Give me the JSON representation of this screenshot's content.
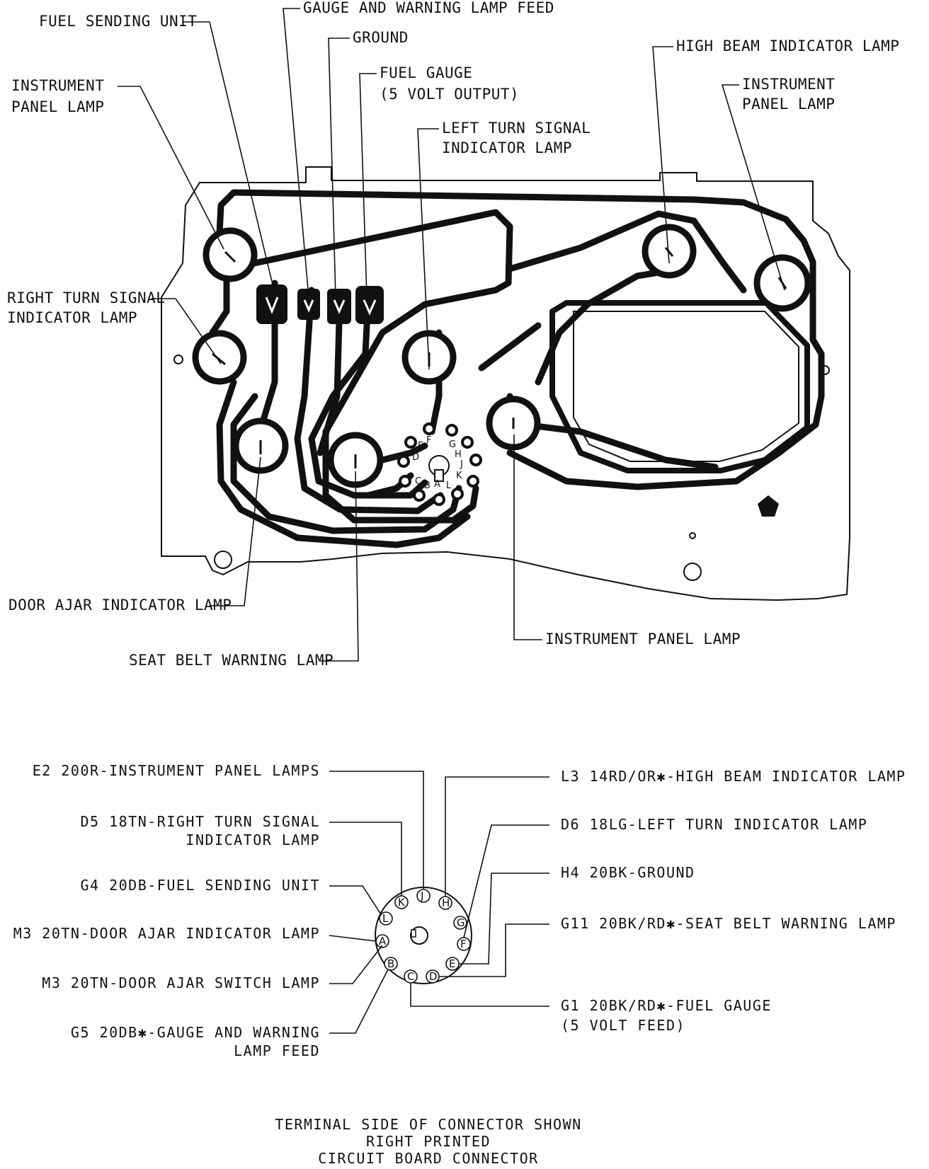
{
  "board_labels": {
    "fuel_sending_unit": "FUEL SENDING UNIT",
    "gauge_warning_feed": "GAUGE AND WARNING LAMP FEED",
    "ground": "GROUND",
    "fuel_gauge_1": "FUEL GAUGE",
    "fuel_gauge_2": "(5 VOLT OUTPUT)",
    "instrument_panel_lamp_left_1": "INSTRUMENT",
    "instrument_panel_lamp_left_2": "PANEL LAMP",
    "left_turn_1": "LEFT TURN SIGNAL",
    "left_turn_2": "INDICATOR LAMP",
    "high_beam": "HIGH BEAM INDICATOR LAMP",
    "instrument_panel_lamp_right_1": "INSTRUMENT",
    "instrument_panel_lamp_right_2": "PANEL LAMP",
    "right_turn_1": "RIGHT TURN SIGNAL",
    "right_turn_2": "INDICATOR LAMP",
    "door_ajar": "DOOR AJAR INDICATOR LAMP",
    "seat_belt": "SEAT BELT WARNING LAMP",
    "instrument_panel_lamp_bottom": "INSTRUMENT PANEL LAMP"
  },
  "board_pins": [
    "A",
    "B",
    "C",
    "D",
    "E",
    "F",
    "G",
    "H",
    "J",
    "K",
    "L"
  ],
  "connector_labels": {
    "e2": "E2 200R-INSTRUMENT PANEL LAMPS",
    "d5_1": "D5 18TN-RIGHT TURN SIGNAL",
    "d5_2": "INDICATOR LAMP",
    "g4": "G4 20DB-FUEL SENDING UNIT",
    "m3_door_lamp": "M3 20TN-DOOR AJAR INDICATOR LAMP",
    "m3_door_switch": "M3 20TN-DOOR AJAR SWITCH LAMP",
    "g5_1": "G5 20DB✱-GAUGE AND WARNING",
    "g5_2": "LAMP FEED",
    "l3": "L3 14RD/OR✱-HIGH BEAM INDICATOR LAMP",
    "d6": "D6 18LG-LEFT TURN INDICATOR LAMP",
    "h4": "H4 20BK-GROUND",
    "g11": "G11 20BK/RD✱-SEAT BELT WARNING LAMP",
    "g1_1": "G1 20BK/RD✱-FUEL GAUGE",
    "g1_2": "(5 VOLT FEED)"
  },
  "connector_pins": [
    "A",
    "B",
    "C",
    "D",
    "E",
    "F",
    "G",
    "H",
    "J",
    "K",
    "L"
  ],
  "caption": {
    "line1": "TERMINAL SIDE OF CONNECTOR SHOWN",
    "line2": "RIGHT PRINTED",
    "line3": "CIRCUIT BOARD CONNECTOR"
  }
}
